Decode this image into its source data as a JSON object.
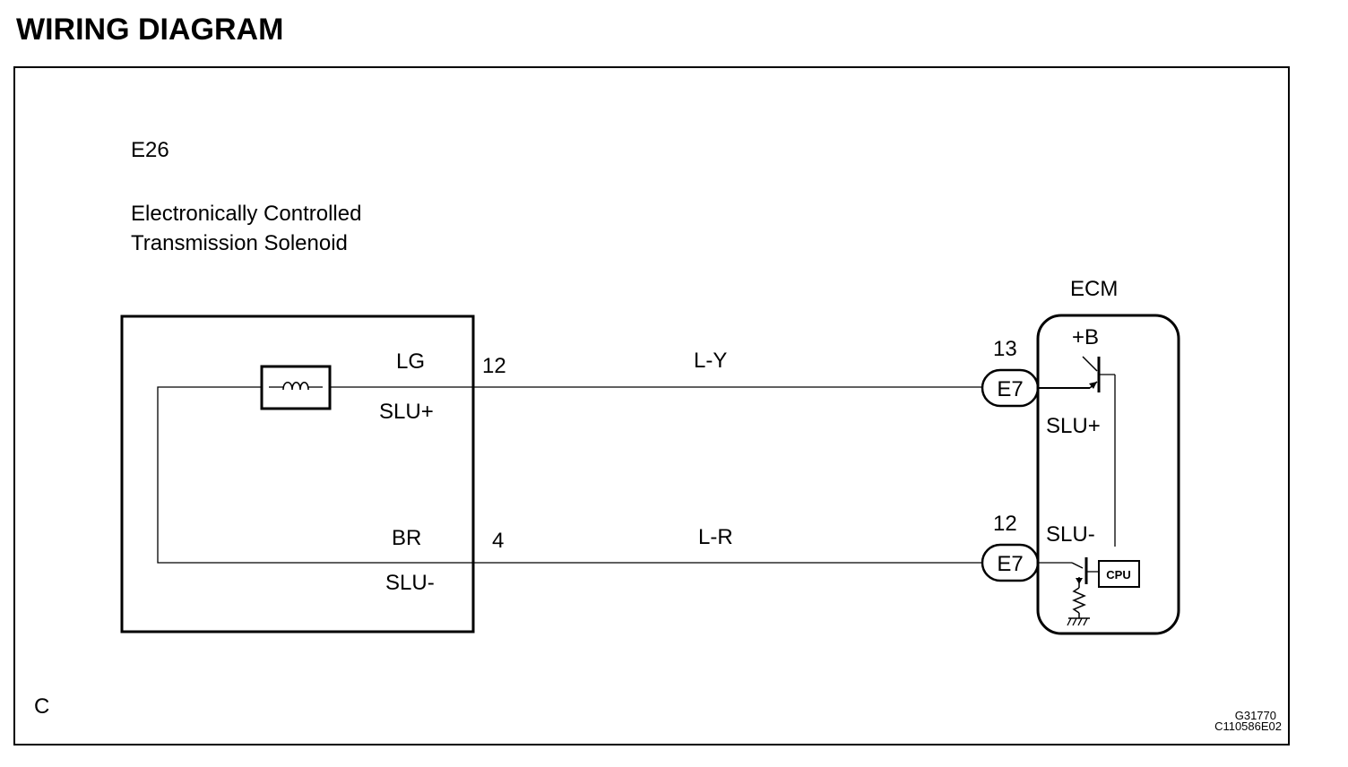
{
  "title": "WIRING DIAGRAM",
  "component": {
    "code": "E26",
    "name_line1": "Electronically Controlled",
    "name_line2": "Transmission Solenoid",
    "terminals": [
      {
        "wire_color": "LG",
        "pin": "12",
        "signal": "SLU+"
      },
      {
        "wire_color": "BR",
        "pin": "4",
        "signal": "SLU-"
      }
    ]
  },
  "wires": [
    {
      "color": "L-Y"
    },
    {
      "color": "L-R"
    }
  ],
  "ecm": {
    "name": "ECM",
    "supply": "+B",
    "cpu": "CPU",
    "connectors": [
      {
        "code": "E7",
        "pin": "13",
        "signal": "SLU+"
      },
      {
        "code": "E7",
        "pin": "12",
        "signal": "SLU-"
      }
    ]
  },
  "footer": {
    "corner_letter": "C",
    "figure_code": "G31770",
    "ref_code": "C110586E02"
  }
}
